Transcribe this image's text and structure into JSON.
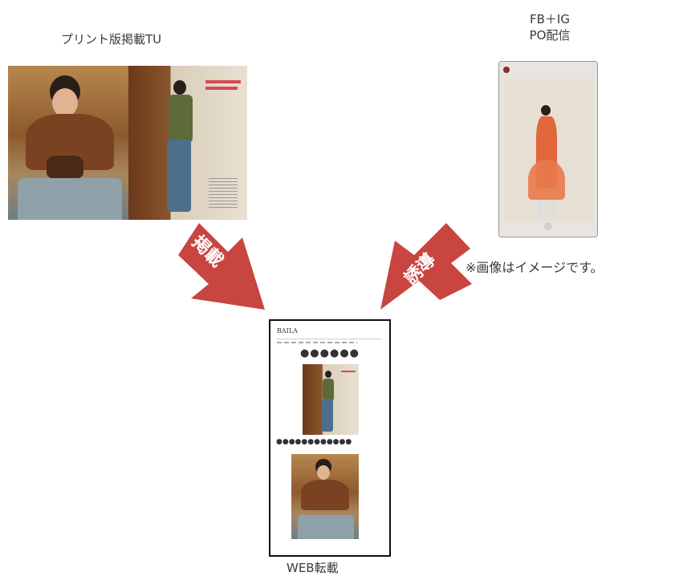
{
  "labels": {
    "print": "プリント版掲載TU",
    "social_line1": "FB＋IG",
    "social_line2": "PO配信",
    "note": "※画像はイメージです。",
    "web": "WEB転載"
  },
  "arrows": {
    "left": "掲載",
    "right": "誘導"
  },
  "web_page": {
    "logo": "BAILA",
    "heading1": "●●●●●●",
    "heading2": "●●●●●●●●●●●●"
  },
  "colors": {
    "arrow": "#c9453f",
    "frame": "#111111",
    "dress": "#e2673a"
  }
}
